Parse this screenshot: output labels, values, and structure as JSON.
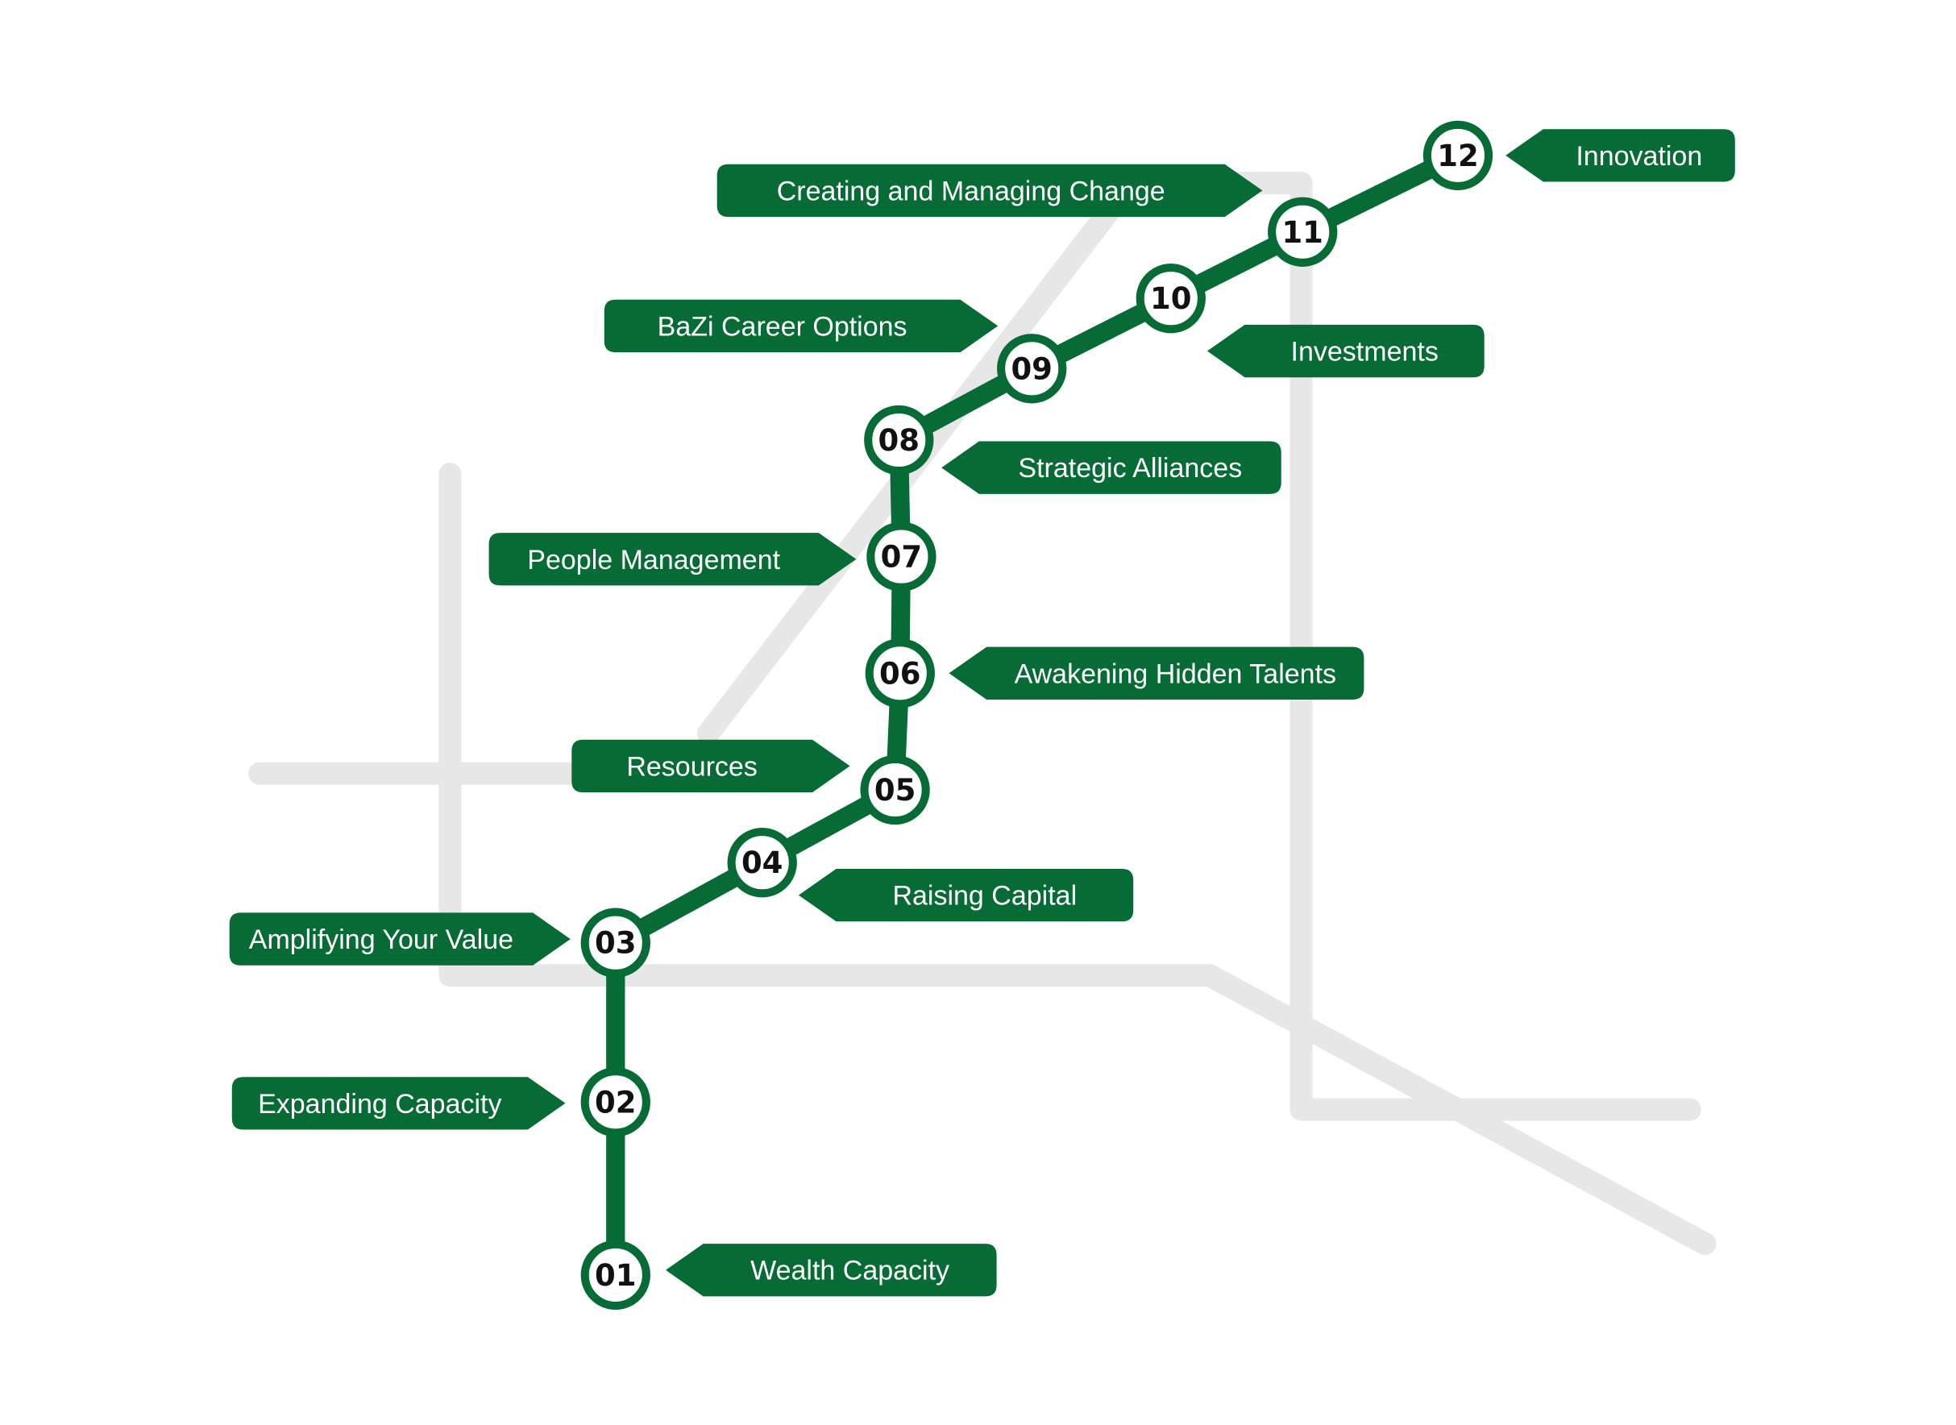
{
  "colors": {
    "route": "#066b35",
    "background_lines": "#e7e7e7",
    "station_fill": "#ffffff",
    "label_text": "#ffffff",
    "number_text": "#111111"
  },
  "stations": [
    {
      "number": "01",
      "label": "Wealth Capacity"
    },
    {
      "number": "02",
      "label": "Expanding Capacity"
    },
    {
      "number": "03",
      "label": "Amplifying Your Value"
    },
    {
      "number": "04",
      "label": "Raising Capital"
    },
    {
      "number": "05",
      "label": "Resources"
    },
    {
      "number": "06",
      "label": "Awakening Hidden Talents"
    },
    {
      "number": "07",
      "label": "People Management"
    },
    {
      "number": "08",
      "label": "Strategic Alliances"
    },
    {
      "number": "09",
      "label": "BaZi Career Options"
    },
    {
      "number": "10",
      "label": "Investments"
    },
    {
      "number": "11",
      "label": "Creating and Managing Change"
    },
    {
      "number": "12",
      "label": "Innovation"
    }
  ]
}
